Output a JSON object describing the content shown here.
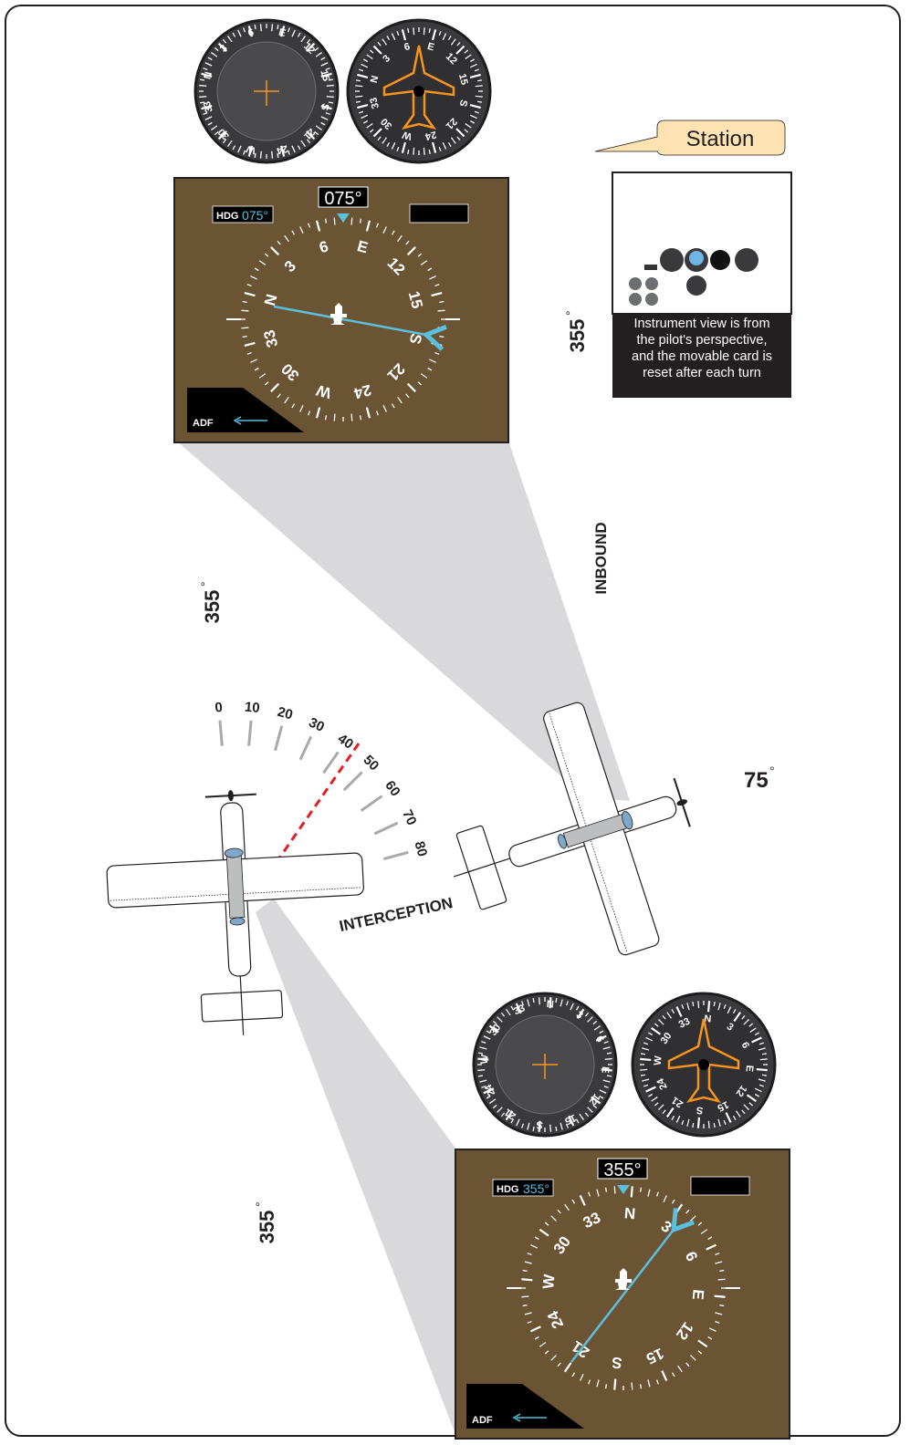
{
  "station": {
    "label": "Station"
  },
  "callout_card": {
    "lines": [
      "Instrument view is from",
      "the pilot's perspective,",
      "and the movable card is",
      "reset after each turn"
    ]
  },
  "labels": {
    "inbound": "INBOUND",
    "interception": "INTERCEPTION",
    "heading_75": "75",
    "heading_355_top": "355",
    "heading_355_mid": "355",
    "heading_355_bottom": "355",
    "degree": "°"
  },
  "protractor": {
    "ticks": [
      "0",
      "10",
      "20",
      "30",
      "40",
      "50",
      "60",
      "70",
      "80"
    ]
  },
  "pfd_top": {
    "heading_box": "075°",
    "hdg_label": "HDG",
    "hdg_value": "075°",
    "adf_label": "ADF",
    "card_labels": [
      "N",
      "3",
      "6",
      "E",
      "12",
      "15",
      "S",
      "21",
      "24",
      "W",
      "30",
      "33"
    ]
  },
  "pfd_bottom": {
    "heading_box": "355°",
    "hdg_label": "HDG",
    "hdg_value": "355°",
    "adf_label": "ADF",
    "card_labels": [
      "N",
      "3",
      "6",
      "E",
      "12",
      "15",
      "S",
      "21",
      "24",
      "W",
      "30",
      "33"
    ]
  },
  "gauges_top": {
    "dg_labels": [
      "N",
      "3",
      "6",
      "E",
      "12",
      "15",
      "S",
      "21",
      "24",
      "W",
      "30",
      "33"
    ],
    "rmi_labels": [
      "N",
      "3",
      "6",
      "E",
      "12",
      "15",
      "S",
      "21",
      "24",
      "W",
      "30",
      "33"
    ]
  },
  "gauges_bottom": {
    "dg_labels": [
      "N",
      "3",
      "6",
      "E",
      "12",
      "15",
      "S",
      "21",
      "24",
      "W",
      "30",
      "33"
    ],
    "rmi_labels": [
      "N",
      "3",
      "6",
      "E",
      "12",
      "15",
      "S",
      "21",
      "24",
      "W",
      "30",
      "33"
    ]
  },
  "colors": {
    "pfd_background": "#6b5433",
    "needle": "#5bc0de",
    "accent_orange": "#f7941d",
    "dashed_line": "#e31e24",
    "callout_fill": "#fde2b2",
    "beam_gray": "#d9d9db"
  }
}
